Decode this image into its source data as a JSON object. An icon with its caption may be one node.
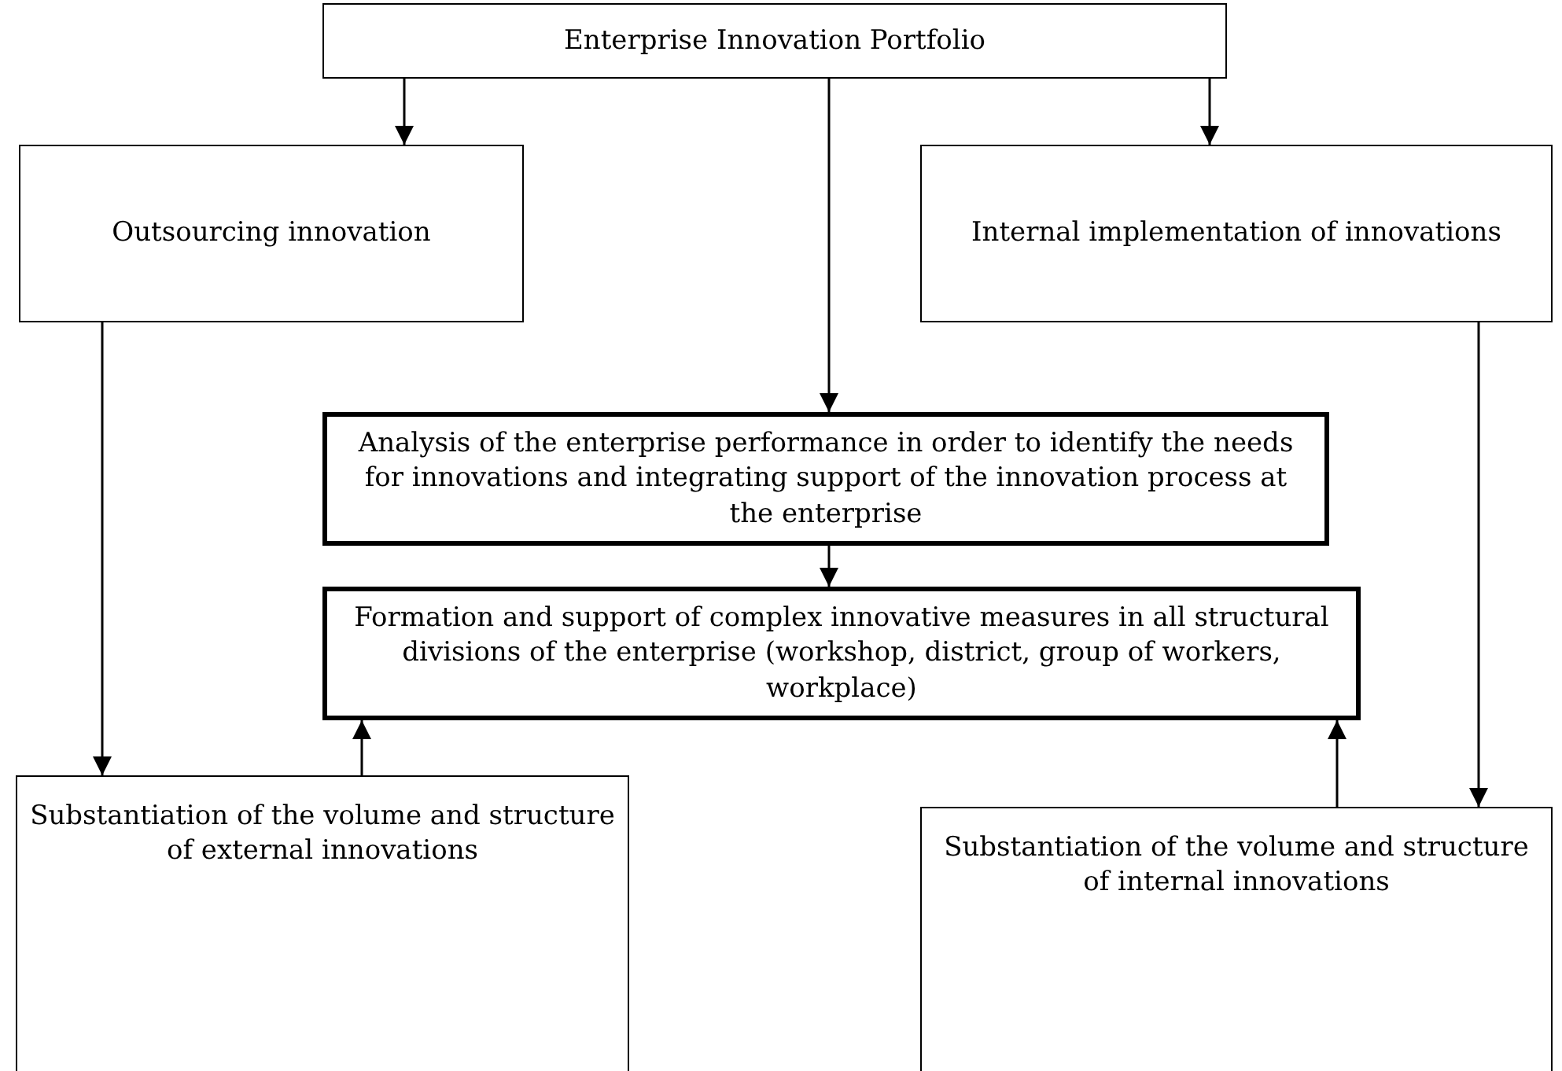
{
  "diagram": {
    "nodes": [
      {
        "text": [
          "Enterprise Innovation Portfolio"
        ]
      },
      {
        "text": [
          "Outsourcing innovation"
        ]
      },
      {
        "text": [
          "Internal implementation of innovations"
        ]
      },
      {
        "text": [
          "Analysis of the enterprise performance in order to identify the needs for innovations and integrating support of the innovation process at the enterprise"
        ]
      },
      {
        "text": [
          "Formation and support of complex innovative measures in all structural divisions of the enterprise (workshop, district, group of workers, workplace)"
        ]
      },
      {
        "text": [
          "Substantiation of the volume and structure of external innovations"
        ]
      },
      {
        "text": [
          "Substantiation of the volume and structure of internal innovations"
        ]
      }
    ],
    "edges": [
      {
        "from": 0,
        "to": 1,
        "arrow": "to"
      },
      {
        "from": 0,
        "to": 3,
        "arrow": "to"
      },
      {
        "from": 0,
        "to": 2,
        "arrow": "to"
      },
      {
        "from": 1,
        "to": 5,
        "arrow": "to"
      },
      {
        "from": 2,
        "to": 6,
        "arrow": "to"
      },
      {
        "from": 3,
        "to": 4,
        "arrow": "to"
      },
      {
        "from": 5,
        "to": 4,
        "arrow": "to"
      },
      {
        "from": 6,
        "to": 4,
        "arrow": "to"
      }
    ]
  }
}
